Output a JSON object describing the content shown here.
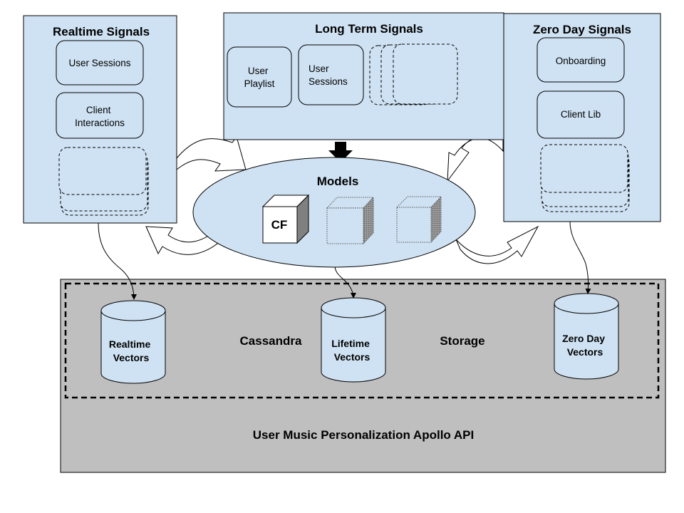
{
  "realtime": {
    "title": "Realtime Signals",
    "items": [
      {
        "lines": [
          "User Sessions"
        ]
      },
      {
        "lines": [
          "Client",
          "Interactions"
        ]
      }
    ]
  },
  "longterm": {
    "title": "Long Term Signals",
    "items": [
      {
        "lines": [
          "User",
          "Playlist"
        ]
      },
      {
        "lines": [
          "User",
          "Sessions"
        ]
      }
    ]
  },
  "zeroday": {
    "title": "Zero Day Signals",
    "items": [
      {
        "lines": [
          "Onboarding"
        ]
      },
      {
        "lines": [
          "Client Lib"
        ]
      }
    ]
  },
  "models": {
    "title": "Models",
    "cube_label": "CF"
  },
  "storage": {
    "cassandra_label": "Cassandra",
    "storage_label": "Storage",
    "vectors": [
      {
        "lines": [
          "Realtime",
          "Vectors"
        ]
      },
      {
        "lines": [
          "Lifetime",
          "Vectors"
        ]
      },
      {
        "lines": [
          "Zero Day",
          "Vectors"
        ]
      }
    ]
  },
  "api": {
    "label": "User Music Personalization Apollo API"
  },
  "colors": {
    "panel_fill": "#cfe2f3",
    "storage_fill": "#bfbfbf",
    "cube_side": "#808080",
    "line": "#000000"
  }
}
